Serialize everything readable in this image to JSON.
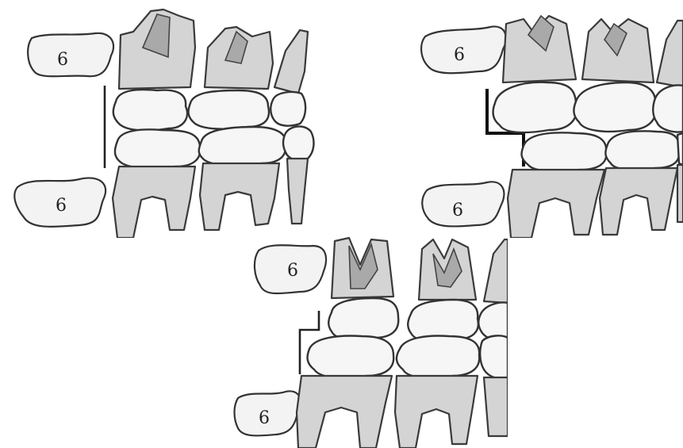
{
  "panels": [
    {
      "id": "flush-terminal-plane",
      "bud_labels": {
        "upper": "6",
        "lower": "6"
      }
    },
    {
      "id": "distal-step",
      "bud_labels": {
        "upper": "6",
        "lower": "6"
      }
    },
    {
      "id": "mesial-step",
      "bud_labels": {
        "upper": "6",
        "lower": "6"
      }
    }
  ],
  "colors": {
    "outline": "#3a3a3a",
    "crown_fill": "#f6f6f6",
    "root_fill": "#d4d4d4",
    "pulp_fill": "#a9a9a9",
    "background": "#ffffff"
  }
}
